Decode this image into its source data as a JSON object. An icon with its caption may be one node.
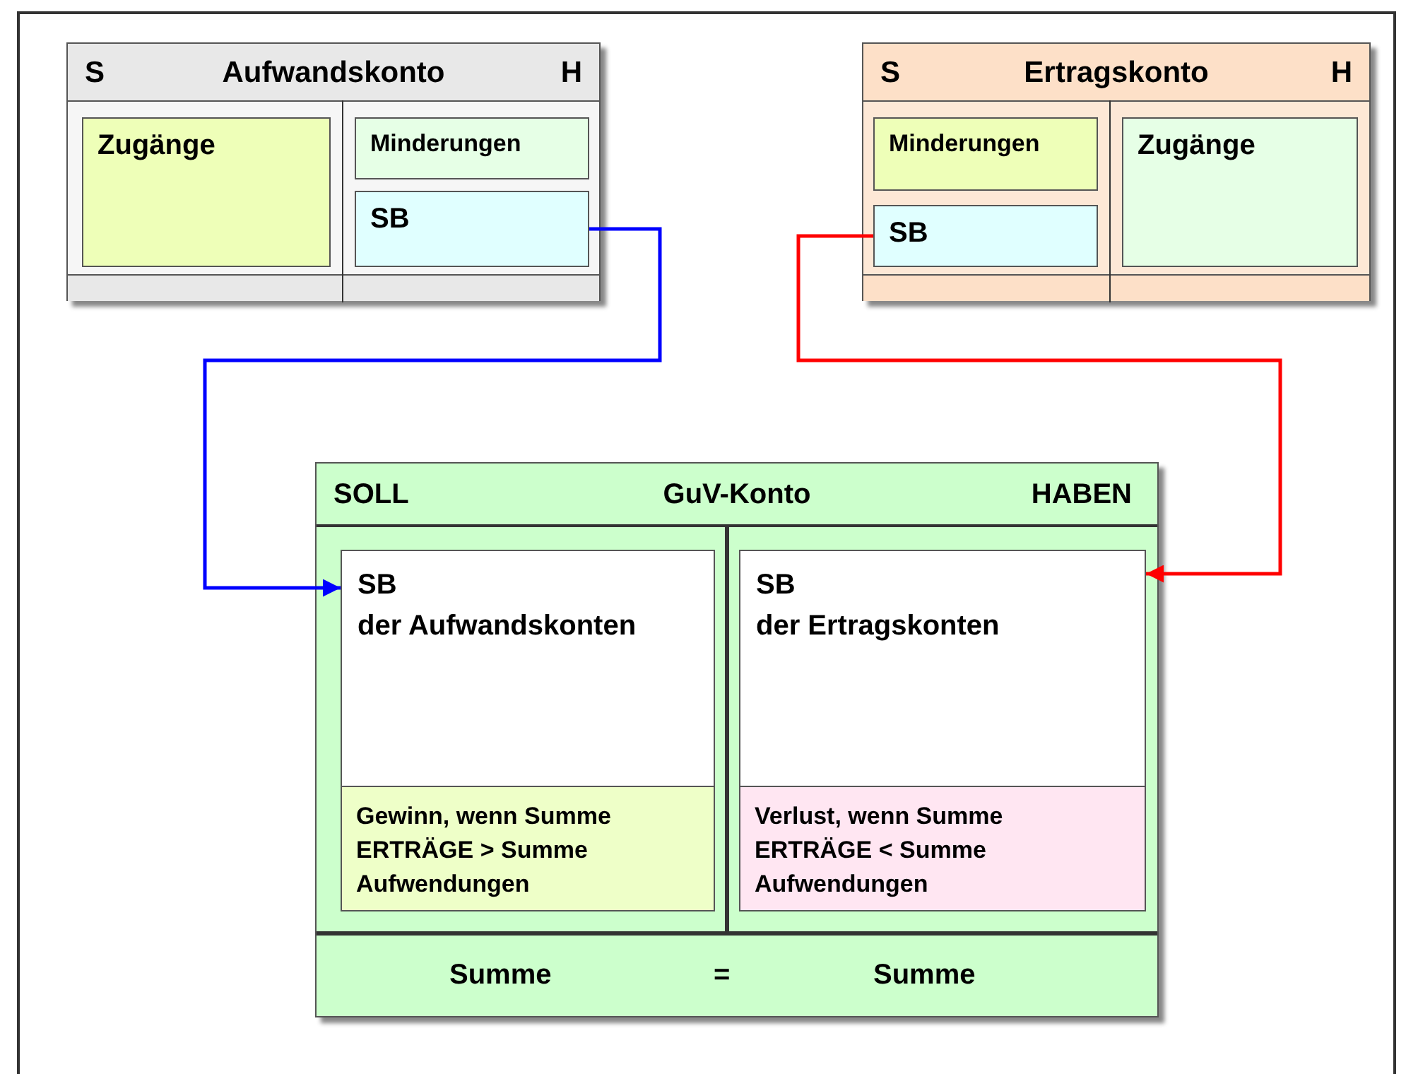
{
  "diagram": {
    "nodes": [
      {
        "text": [
          "S",
          "Aufwandskonto",
          "H"
        ]
      },
      {
        "text": [
          "Zugänge"
        ],
        "in": 0
      },
      {
        "text": [
          "Minderungen"
        ],
        "in": 0
      },
      {
        "text": [
          "SB"
        ],
        "in": 0
      },
      {
        "text": [
          "S",
          "Ertragskonto",
          "H"
        ]
      },
      {
        "text": [
          "Minderungen"
        ],
        "in": 4
      },
      {
        "text": [
          "SB"
        ],
        "in": 4
      },
      {
        "text": [
          "Zugänge"
        ],
        "in": 4
      },
      {
        "text": [
          "SOLL",
          "GuV-Konto",
          "HABEN",
          "Summe",
          "=",
          "Summe"
        ]
      },
      {
        "text": [
          "SB der Aufwandskonten"
        ],
        "in": 8
      },
      {
        "text": [
          "Gewinn, wenn Summe ERTRÄGE > Summe Aufwendungen"
        ],
        "in": 9
      },
      {
        "text": [
          "SB der Ertragskonten"
        ],
        "in": 8
      },
      {
        "text": [
          "Verlust, wenn Summe ERTRÄGE < Summe Aufwendungen"
        ],
        "in": 11
      }
    ],
    "edges": [
      {
        "from": 3,
        "to": 9,
        "arrow": "to",
        "color": "#0000ff"
      },
      {
        "from": 6,
        "to": 11,
        "arrow": "to",
        "color": "#ff0000"
      }
    ]
  }
}
